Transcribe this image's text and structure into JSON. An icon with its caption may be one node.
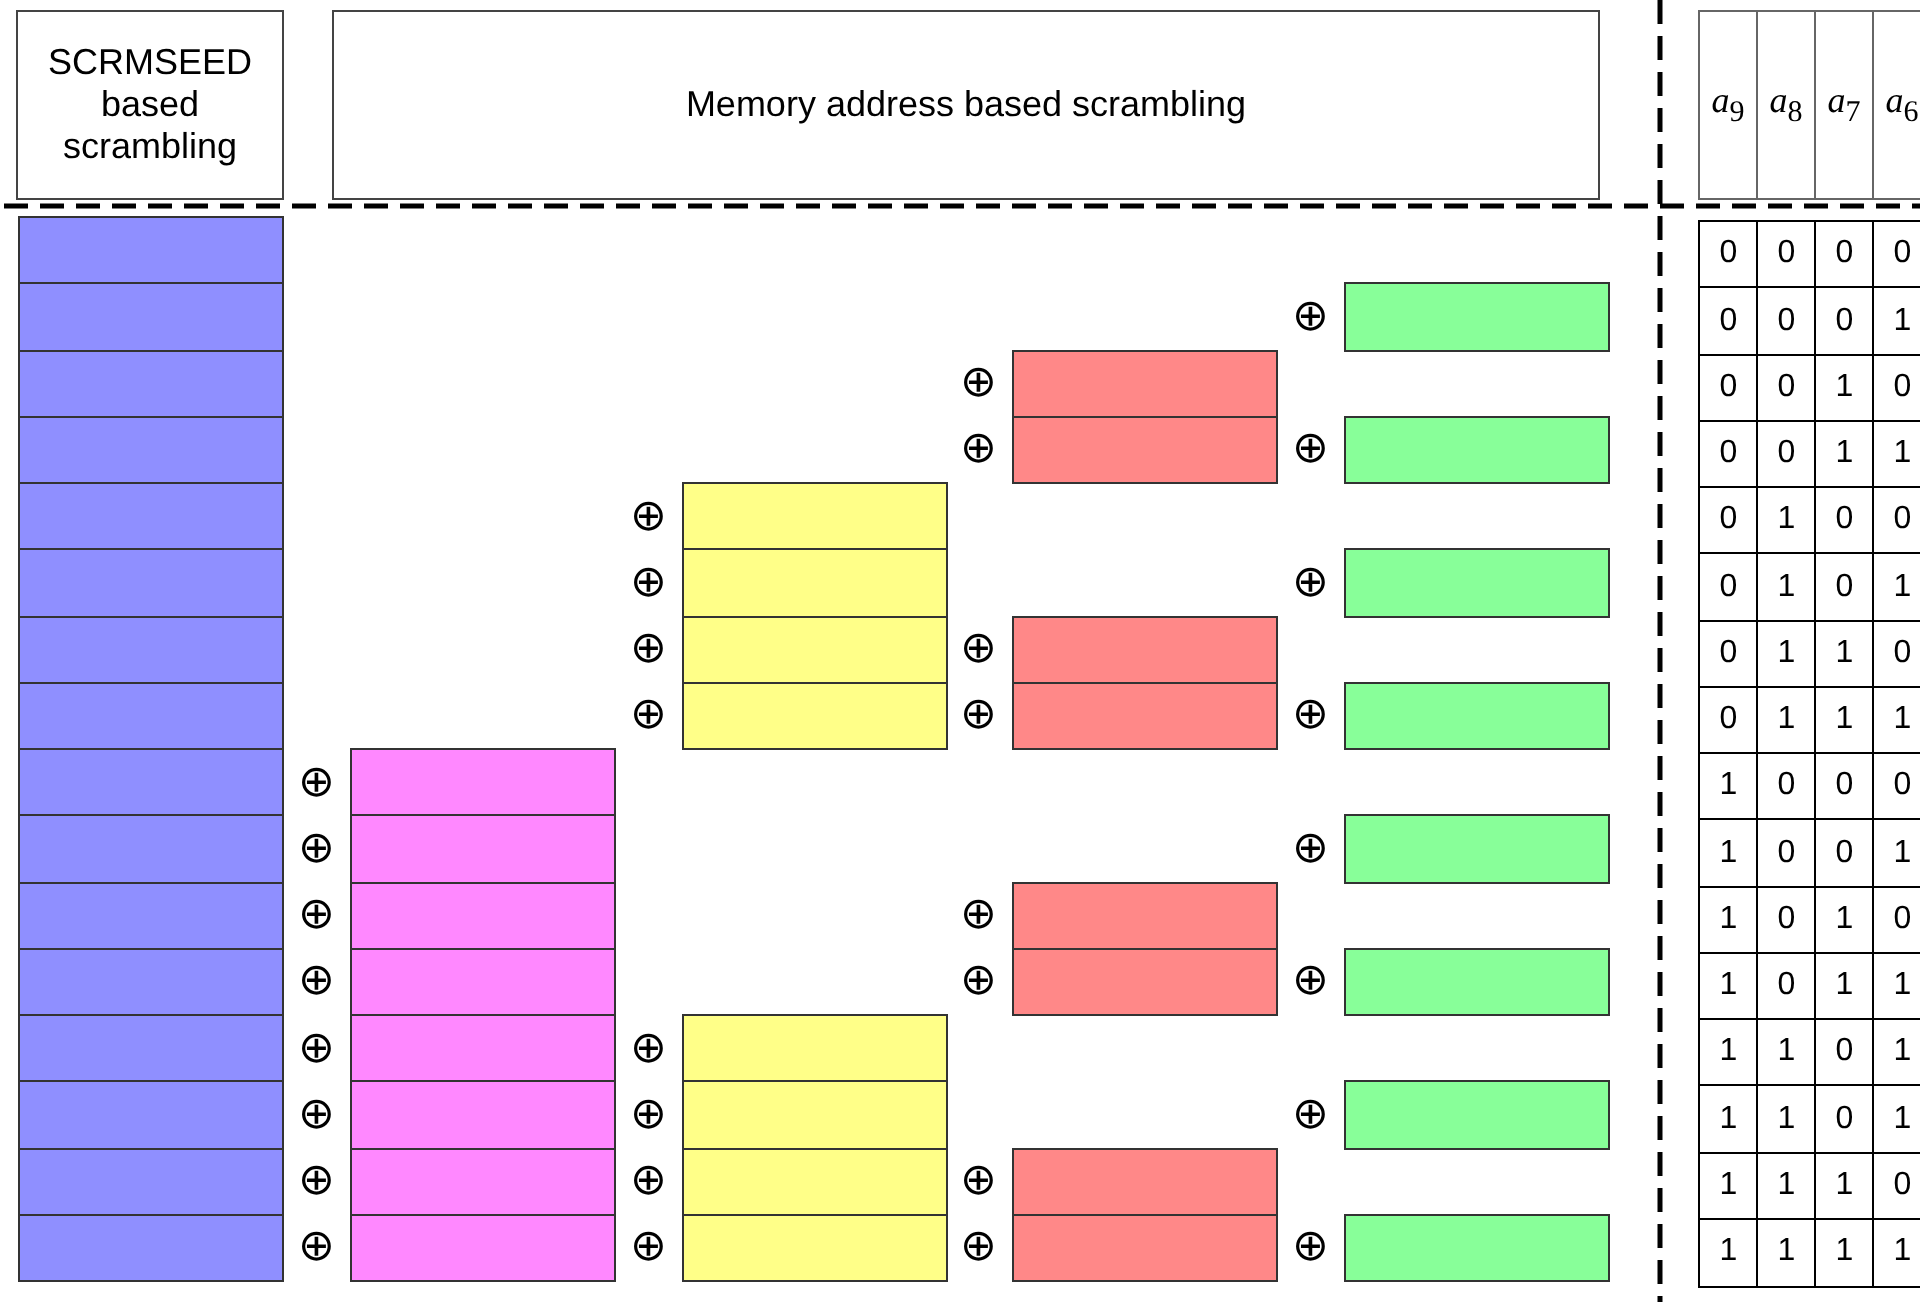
{
  "diagram": {
    "nodes": [
      {
        "text": [
          "SCRMSEED based scrambling"
        ]
      },
      {
        "text": [
          "Memory address based scrambling"
        ]
      },
      {
        "text": [],
        "shape": "bar"
      },
      {
        "text": [],
        "shape": "bar"
      },
      {
        "text": [],
        "shape": "bar"
      },
      {
        "text": [],
        "shape": "bar"
      },
      {
        "text": [],
        "shape": "bar"
      },
      {
        "text": [],
        "shape": "bar"
      },
      {
        "text": [],
        "shape": "bar"
      },
      {
        "text": [],
        "shape": "bar"
      },
      {
        "text": [],
        "shape": "bar"
      },
      {
        "text": [],
        "shape": "bar"
      },
      {
        "text": [],
        "shape": "bar"
      },
      {
        "text": [],
        "shape": "bar"
      },
      {
        "text": [],
        "shape": "bar"
      },
      {
        "text": [],
        "shape": "bar"
      },
      {
        "text": [],
        "shape": "bar"
      },
      {
        "text": [],
        "shape": "bar"
      },
      {
        "text": [],
        "shape": "bar"
      },
      {
        "text": [],
        "shape": "bar"
      },
      {
        "text": [],
        "shape": "bar"
      },
      {
        "text": [],
        "shape": "bar"
      },
      {
        "text": [],
        "shape": "bar"
      },
      {
        "text": [],
        "shape": "bar"
      },
      {
        "text": [],
        "shape": "bar"
      },
      {
        "text": [],
        "shape": "bar"
      },
      {
        "text": [],
        "shape": "bar"
      },
      {
        "text": [],
        "shape": "bar"
      },
      {
        "text": [],
        "shape": "bar"
      },
      {
        "text": [],
        "shape": "bar"
      },
      {
        "text": [],
        "shape": "bar"
      },
      {
        "text": [],
        "shape": "bar"
      },
      {
        "text": [],
        "shape": "bar"
      },
      {
        "text": [],
        "shape": "bar"
      },
      {
        "text": [],
        "shape": "bar"
      },
      {
        "text": [],
        "shape": "bar"
      },
      {
        "text": [],
        "shape": "bar"
      },
      {
        "text": [],
        "shape": "bar"
      },
      {
        "text": [],
        "shape": "bar"
      },
      {
        "text": [],
        "shape": "bar"
      },
      {
        "text": [],
        "shape": "bar"
      },
      {
        "text": [],
        "shape": "bar"
      },
      {
        "text": [],
        "shape": "bar"
      },
      {
        "text": [],
        "shape": "bar"
      },
      {
        "text": [],
        "shape": "bar"
      },
      {
        "text": [],
        "shape": "bar"
      },
      {
        "text": [],
        "shape": "bar"
      },
      {
        "text": [],
        "shape": "bar"
      },
      {
        "text": [],
        "shape": "bar"
      },
      {
        "text": [],
        "shape": "bar"
      }
    ],
    "labels": [
      "*a*$_{9}$",
      "*a*$_{8}$",
      "*a*$_{7}$",
      "*a*$_{6}$",
      "0",
      "0",
      "0",
      "0",
      "⊕",
      "0",
      "0",
      "0",
      "1",
      "⊕",
      "0",
      "0",
      "1",
      "0",
      "⊕",
      "⊕",
      "0",
      "0",
      "1",
      "1",
      "⊕",
      "0",
      "1",
      "0",
      "0",
      "⊕",
      "⊕",
      "0",
      "1",
      "0",
      "1",
      "⊕",
      "⊕",
      "0",
      "1",
      "1",
      "0",
      "⊕",
      "⊕",
      "⊕",
      "0",
      "1",
      "1",
      "1",
      "⊕",
      "1",
      "0",
      "0",
      "0",
      "⊕",
      "⊕",
      "1",
      "0",
      "0",
      "1",
      "⊕",
      "⊕",
      "1",
      "0",
      "1",
      "0",
      "⊕",
      "⊕",
      "⊕",
      "1",
      "0",
      "1",
      "1",
      "⊕",
      "⊕",
      "1",
      "1",
      "0",
      "1",
      "⊕",
      "⊕",
      "⊕",
      "1",
      "1",
      "0",
      "1",
      "⊕",
      "⊕",
      "⊕",
      "1",
      "1",
      "1",
      "0",
      "⊕",
      "⊕",
      "⊕",
      "⊕",
      "1",
      "1",
      "1",
      "1"
    ]
  }
}
